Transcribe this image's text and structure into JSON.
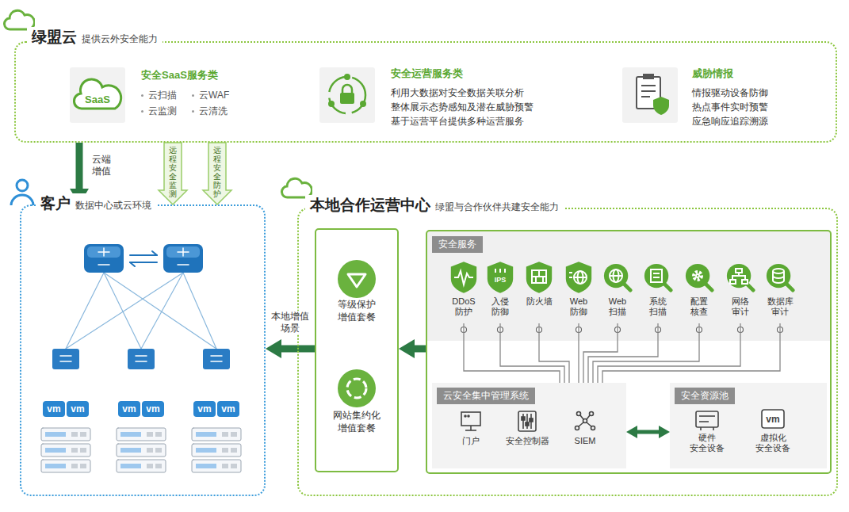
{
  "diagram": {
    "nodes": [
      {
        "text": [
          "绿盟云",
          "提供云外安全能力"
        ]
      },
      {
        "text": [
          "安全SaaS服务类",
          "云扫描",
          "云WAF",
          "云监测",
          "云清洗"
        ],
        "in": 0
      },
      {
        "text": [
          "安全运营服务类",
          "利用大数据对安全数据关联分析",
          "整体展示态势感知及潜在威胁预警",
          "基于运营平台提供多种运营服务"
        ],
        "in": 0
      },
      {
        "text": [
          "威胁情报",
          "情报驱动设备防御",
          "热点事件实时预警",
          "应急响应追踪溯源"
        ],
        "in": 0
      },
      {
        "text": [
          "客户",
          "数据中心或云环境"
        ]
      },
      {
        "text": [
          "本地合作运营中心",
          "绿盟与合作伙伴共建安全能力"
        ]
      },
      {
        "text": [],
        "in": 5
      },
      {
        "text": [
          "等级保护 增值套餐"
        ],
        "in": 6
      },
      {
        "text": [
          "网站集约化 增值套餐"
        ],
        "in": 6
      },
      {
        "text": [
          "安全服务"
        ],
        "in": 5
      },
      {
        "text": [
          "DDoS 防护"
        ],
        "in": 9
      },
      {
        "text": [
          "入侵 防御"
        ],
        "in": 9
      },
      {
        "text": [
          "防火墙"
        ],
        "in": 9
      },
      {
        "text": [
          "Web 防御"
        ],
        "in": 9
      },
      {
        "text": [
          "Web 扫描"
        ],
        "in": 9
      },
      {
        "text": [
          "系统 扫描"
        ],
        "in": 9
      },
      {
        "text": [
          "配置 核查"
        ],
        "in": 9
      },
      {
        "text": [
          "网络 审计"
        ],
        "in": 9
      },
      {
        "text": [
          "数据库 审计"
        ],
        "in": 9
      },
      {
        "text": [
          "云安全集中管理系统"
        ],
        "in": 9
      },
      {
        "text": [
          "门户"
        ],
        "in": 19
      },
      {
        "text": [
          "安全控制器"
        ],
        "in": 19
      },
      {
        "text": [
          "SIEM"
        ],
        "in": 19
      },
      {
        "text": [
          "安全资源池"
        ],
        "in": 9
      },
      {
        "text": [
          "硬件 安全设备"
        ],
        "in": 23
      },
      {
        "text": [
          "虚拟化 安全设备"
        ],
        "in": 23
      }
    ],
    "edges": [
      {
        "from": 0,
        "to": 4,
        "arrow": "to",
        "label": "云端 增值"
      },
      {
        "from": 0,
        "to": 4,
        "arrow": "to",
        "label": "远程安全监测"
      },
      {
        "from": 0,
        "to": 4,
        "arrow": "to",
        "label": "远程安全防护"
      },
      {
        "from": 9,
        "to": 6,
        "arrow": "to"
      },
      {
        "from": 6,
        "to": 4,
        "arrow": "to",
        "label": "本地增值 场景"
      },
      {
        "from": 10,
        "to": 19,
        "arrow": "none"
      },
      {
        "from": 11,
        "to": 19,
        "arrow": "none"
      },
      {
        "from": 12,
        "to": 19,
        "arrow": "none"
      },
      {
        "from": 13,
        "to": 19,
        "arrow": "none"
      },
      {
        "from": 14,
        "to": 19,
        "arrow": "none"
      },
      {
        "from": 15,
        "to": 19,
        "arrow": "none"
      },
      {
        "from": 16,
        "to": 19,
        "arrow": "none"
      },
      {
        "from": 17,
        "to": 19,
        "arrow": "none"
      },
      {
        "from": 18,
        "to": 19,
        "arrow": "none"
      },
      {
        "from": 19,
        "to": 23,
        "arrow": "both"
      }
    ],
    "labels": [
      "SaaS",
      "vm",
      "vm",
      "vm",
      "vm",
      "vm",
      "vm",
      "IPS",
      "vm"
    ]
  }
}
